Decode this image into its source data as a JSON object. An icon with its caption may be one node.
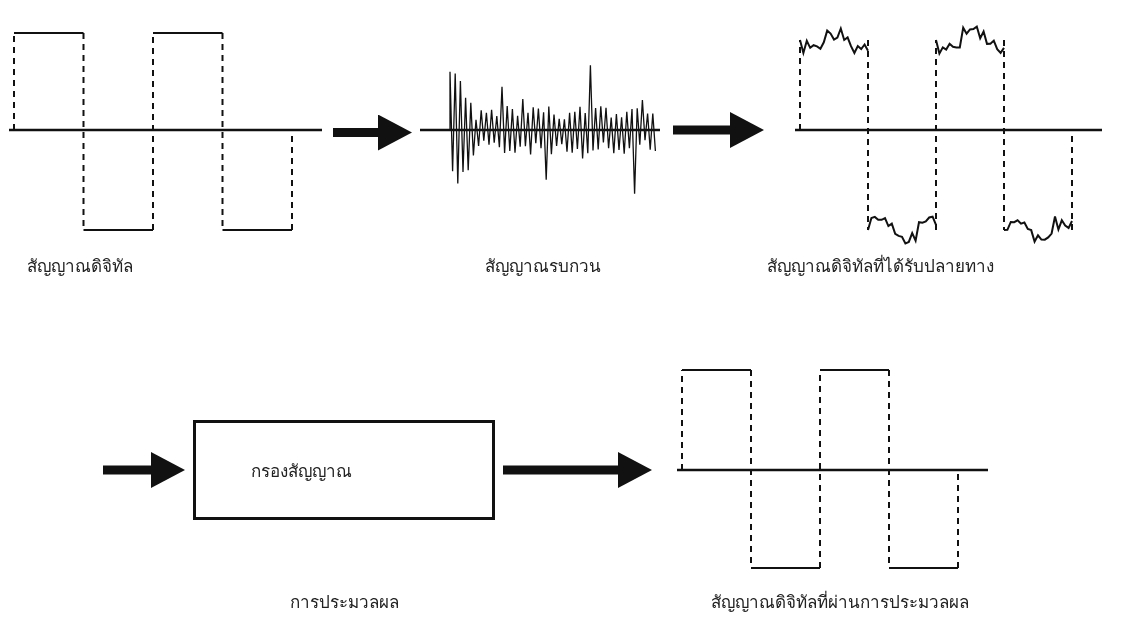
{
  "diagram": {
    "nodes": [
      {
        "text": [],
        "shape": "picture"
      },
      {
        "text": [],
        "shape": "picture"
      },
      {
        "text": [],
        "shape": "picture"
      },
      {
        "text": [
          "กรองสัญญาณ"
        ]
      },
      {
        "text": [],
        "shape": "picture"
      }
    ],
    "edges": [
      {
        "from": 0,
        "to": 1,
        "arrow": "to"
      },
      {
        "from": 1,
        "to": 2,
        "arrow": "to"
      },
      {
        "from": null,
        "to": 3,
        "arrow": "to"
      },
      {
        "from": 3,
        "to": 4,
        "arrow": "to"
      }
    ],
    "labels": [
      "สัญญาณดิจิทัล",
      "สัญญาณรบกวน",
      "สัญญาณดิจิทัลที่ได้รับปลายทาง",
      "การประมวลผล",
      "สัญญาณดิจิทัลที่ผ่านการประมวลผล"
    ]
  }
}
